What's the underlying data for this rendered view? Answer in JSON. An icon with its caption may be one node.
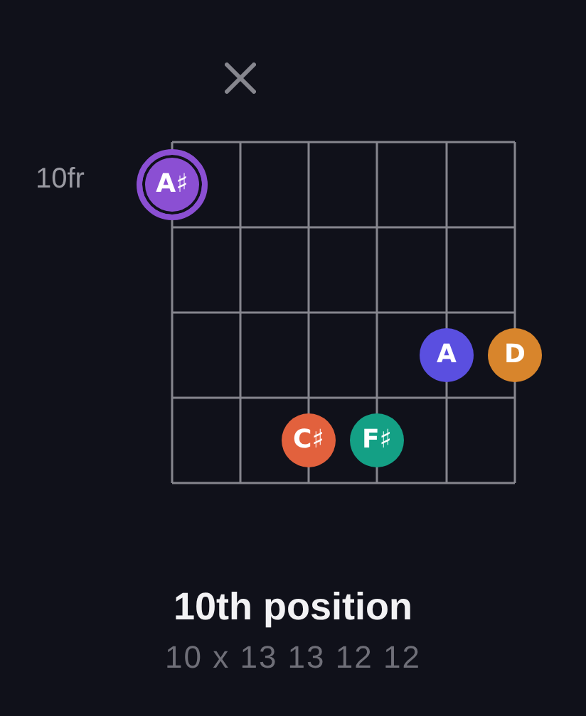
{
  "diagram": {
    "title": "10th position",
    "nodes": [
      {
        "text": [
          "A♯"
        ]
      },
      {
        "text": [
          "A"
        ]
      },
      {
        "text": [
          "D"
        ]
      },
      {
        "text": [
          "C♯"
        ]
      },
      {
        "text": [
          "F♯"
        ]
      }
    ],
    "labels": [
      "10fr",
      "10 x 13 13 12 12"
    ]
  }
}
